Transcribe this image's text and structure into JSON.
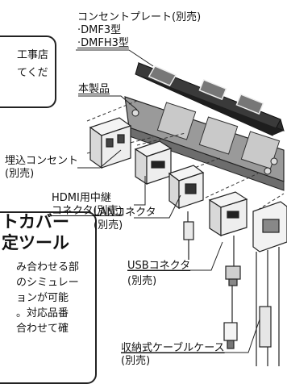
{
  "labels": {
    "plate": "コンセントプレート(別売)",
    "dmf3": "·DMF3型",
    "dmfh3": "·DMFH3型",
    "product": "本製品",
    "outlet_line1": "埋込コンセント",
    "outlet_line2": "(別売)",
    "hdmi_line1": "HDMI用中継",
    "hdmi_line2": "コネクタ(別売)",
    "lan_line1": "LANコネクタ",
    "lan_line2": "(別売)",
    "usb_line1": "USBコネクタ",
    "usb_line2": "(別売)",
    "case_line1": "収納式ケーブルケース",
    "case_line2": "(別売)"
  },
  "box_top": {
    "line1": "工事店",
    "line2": "てくだ"
  },
  "box_bottom": {
    "title1": "トカバー",
    "title2": "定ツール",
    "body": [
      "み合わせる部",
      "のシミュレー",
      "ョンが可能",
      "。対応品番",
      "合わせて確"
    ]
  },
  "colors": {
    "line": "#222222",
    "plate_fill": "#3a3a3a",
    "frame_fill": "#9a9a9a"
  }
}
